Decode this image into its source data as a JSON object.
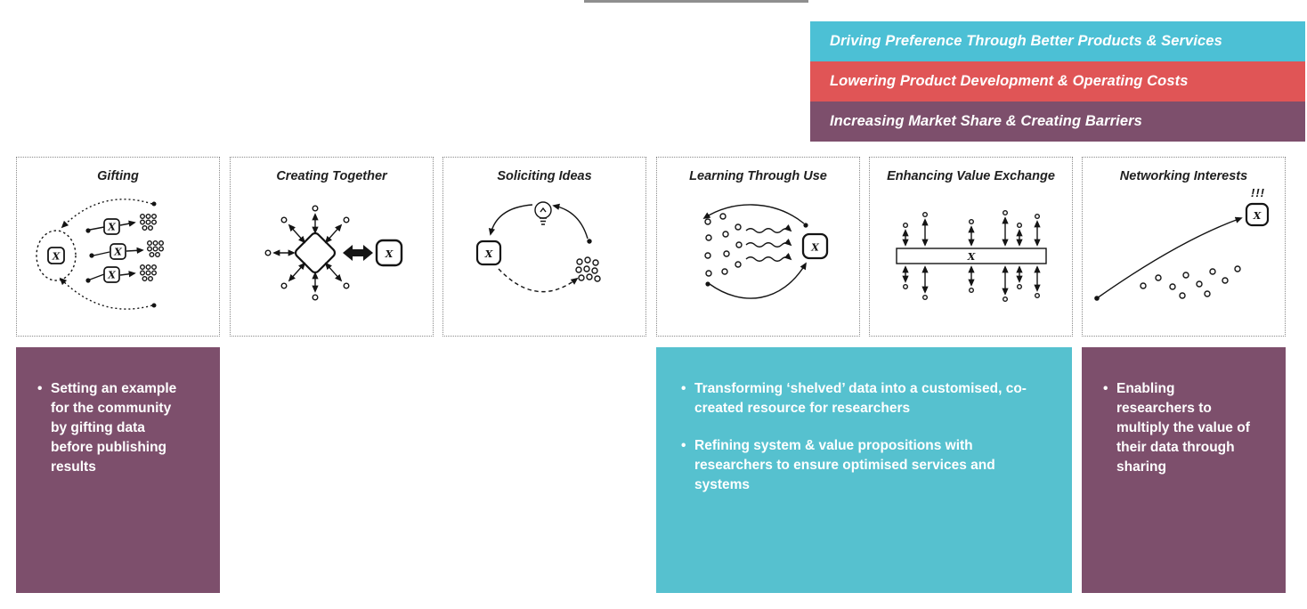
{
  "slide": {
    "background": "#ffffff"
  },
  "legend": {
    "items": [
      {
        "label": "Driving Preference Through Better Products & Services",
        "color": "#4cc0d5",
        "text_color": "#ffffff"
      },
      {
        "label": "Lowering Product Development & Operating Costs",
        "color": "#e05556",
        "text_color": "#ffffff"
      },
      {
        "label": "Increasing Market Share & Creating Barriers",
        "color": "#7d4f6c",
        "text_color": "#ffffff"
      }
    ]
  },
  "strategies": [
    {
      "title": "Gifting",
      "actor_label": "X"
    },
    {
      "title": "Creating Together",
      "actor_label": "X"
    },
    {
      "title": "Soliciting Ideas",
      "actor_label": "X"
    },
    {
      "title": "Learning Through Use",
      "actor_label": "X"
    },
    {
      "title": "Enhancing Value Exchange",
      "actor_label": "X"
    },
    {
      "title": "Networking Interests",
      "actor_label": "X",
      "annotation": "!!!"
    }
  ],
  "notes": [
    {
      "color": "#7d4f6c",
      "bullets": [
        "Setting an example for the community by gifting data before publishing results"
      ]
    },
    {
      "color": "#56c1cf",
      "bullets": [
        "Transforming ‘shelved’ data into a customised, co-created resource for researchers",
        "Refining system & value propositions with researchers to ensure optimised services and systems"
      ]
    },
    {
      "color": "#7d4f6c",
      "bullets": [
        "Enabling researchers to multiply the value of their data through sharing"
      ]
    }
  ]
}
